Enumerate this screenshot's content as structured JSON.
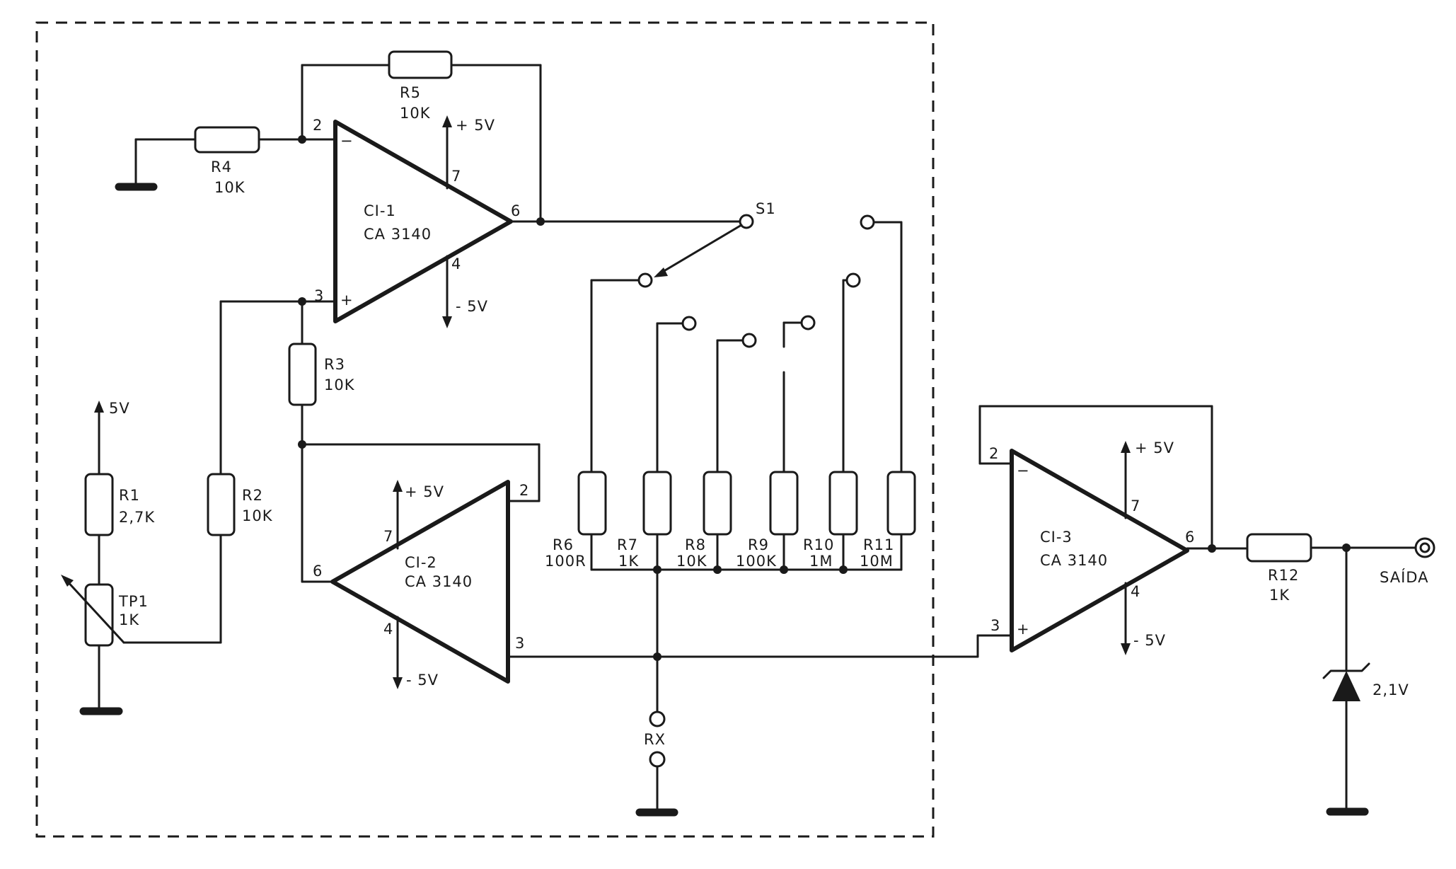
{
  "components": {
    "ci1": {
      "name": "CI-1",
      "part": "CA 3140"
    },
    "ci2": {
      "name": "CI-2",
      "part": "CA 3140"
    },
    "ci3": {
      "name": "CI-3",
      "part": "CA 3140"
    },
    "r1": {
      "name": "R1",
      "value": "2,7K"
    },
    "r2": {
      "name": "R2",
      "value": "10K"
    },
    "r3": {
      "name": "R3",
      "value": "10K"
    },
    "r4": {
      "name": "R4",
      "value": "10K"
    },
    "r5": {
      "name": "R5",
      "value": "10K"
    },
    "r6": {
      "name": "R6",
      "value": "100R"
    },
    "r7": {
      "name": "R7",
      "value": "1K"
    },
    "r8": {
      "name": "R8",
      "value": "10K"
    },
    "r9": {
      "name": "R9",
      "value": "100K"
    },
    "r10": {
      "name": "R10",
      "value": "1M"
    },
    "r11": {
      "name": "R11",
      "value": "10M"
    },
    "r12": {
      "name": "R12",
      "value": "1K"
    },
    "tp1": {
      "name": "TP1",
      "value": "1K"
    },
    "s1": {
      "name": "S1"
    },
    "zener": {
      "value": "2,1V"
    }
  },
  "pins": {
    "p2": "2",
    "p3": "3",
    "p4": "4",
    "p6": "6",
    "p7": "7",
    "minus": "−",
    "plus": "+"
  },
  "supplies": {
    "pos": "+ 5V",
    "neg": "- 5V",
    "r1_supply": "5V"
  },
  "terminals": {
    "rx": "RX",
    "output": "SAÍDA"
  }
}
